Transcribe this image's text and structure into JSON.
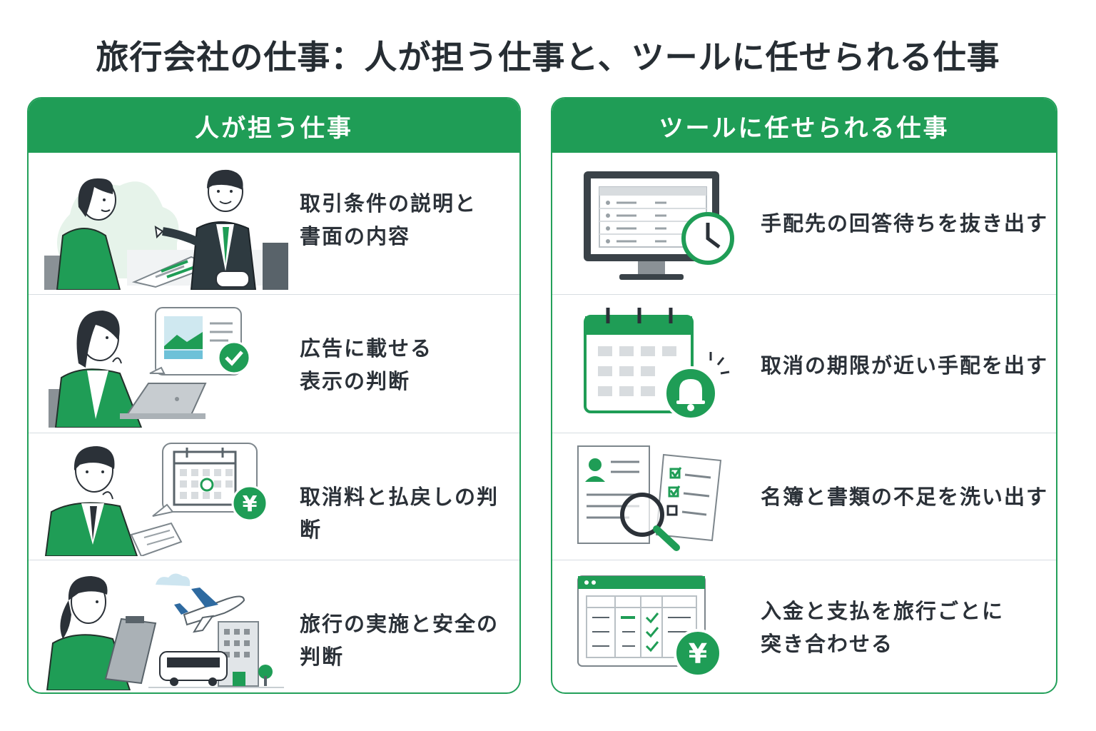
{
  "title": "旅行会社の仕事：人が担う仕事と、ツールに任せられる仕事",
  "colors": {
    "accent": "#1f9d56",
    "dark": "#3a4248",
    "border": "#23a05a"
  },
  "left_panel": {
    "header": "人が担う仕事",
    "items": [
      {
        "text": "取引条件の説明と\n書面の内容",
        "icon": "consultation-illustration"
      },
      {
        "text": "広告に載せる\n表示の判断",
        "icon": "advertising-review-illustration"
      },
      {
        "text": "取消料と払戻しの判断",
        "icon": "refund-decision-illustration"
      },
      {
        "text": "旅行の実施と安全の判断",
        "icon": "travel-safety-illustration"
      }
    ]
  },
  "right_panel": {
    "header": "ツールに任せられる仕事",
    "items": [
      {
        "text": "手配先の回答待ちを抜き出す",
        "icon": "monitor-clock-icon"
      },
      {
        "text": "取消の期限が近い手配を出す",
        "icon": "calendar-bell-icon"
      },
      {
        "text": "名簿と書類の不足を洗い出す",
        "icon": "document-search-icon"
      },
      {
        "text": "入金と支払を旅行ごとに\n突き合わせる",
        "icon": "spreadsheet-yen-icon"
      }
    ],
    "yen_symbol": "¥"
  }
}
